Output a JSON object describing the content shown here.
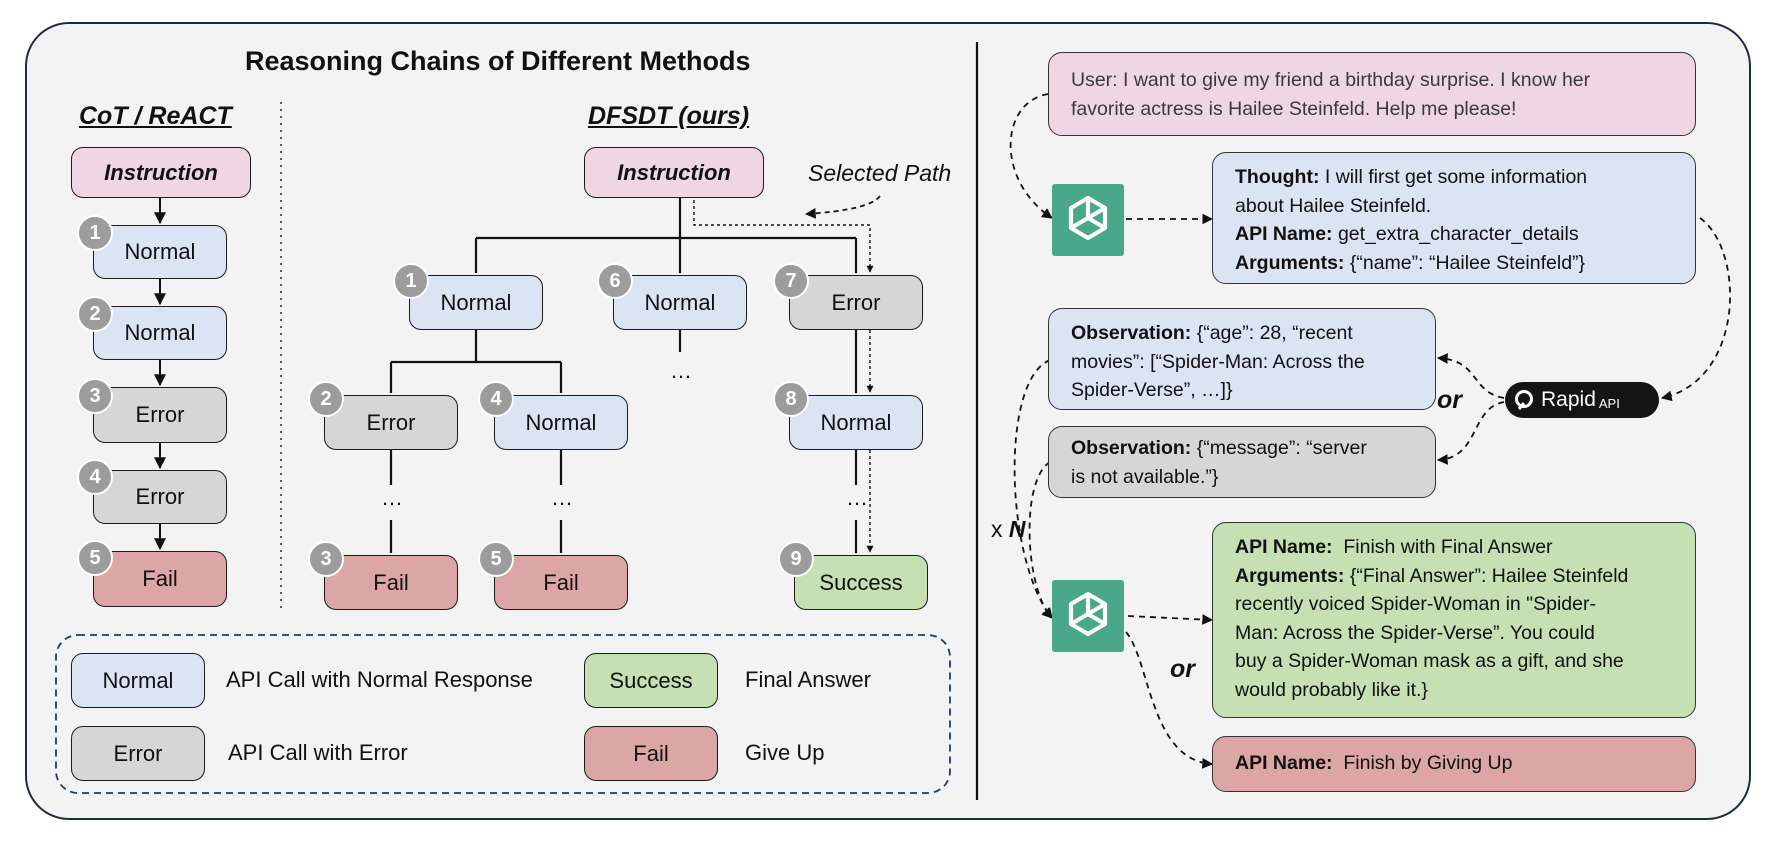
{
  "title": "Reasoning Chains of Different Methods",
  "cot": {
    "heading": "CoT / ReACT",
    "instruction": "Instruction",
    "steps": [
      {
        "num": "1",
        "label": "Normal"
      },
      {
        "num": "2",
        "label": "Normal"
      },
      {
        "num": "3",
        "label": "Error"
      },
      {
        "num": "4",
        "label": "Error"
      },
      {
        "num": "5",
        "label": "Fail"
      }
    ]
  },
  "dfsdt": {
    "heading": "DFSDT (ours)",
    "instruction": "Instruction",
    "selected_path": "Selected Path",
    "ellipsis": "…",
    "nodes": [
      {
        "num": "1",
        "label": "Normal"
      },
      {
        "num": "2",
        "label": "Error"
      },
      {
        "num": "3",
        "label": "Fail"
      },
      {
        "num": "4",
        "label": "Normal"
      },
      {
        "num": "5",
        "label": "Fail"
      },
      {
        "num": "6",
        "label": "Normal"
      },
      {
        "num": "7",
        "label": "Error"
      },
      {
        "num": "8",
        "label": "Normal"
      },
      {
        "num": "9",
        "label": "Success"
      }
    ]
  },
  "legend": [
    {
      "box": "Normal",
      "desc": "API Call with Normal Response"
    },
    {
      "box": "Error",
      "desc": "API Call with Error"
    },
    {
      "box": "Success",
      "desc": "Final Answer"
    },
    {
      "box": "Fail",
      "desc": "Give Up"
    }
  ],
  "example": {
    "user": [
      "User: I want to give my friend a birthday surprise. I know her",
      "favorite actress is Hailee Steinfeld. Help me please!"
    ],
    "thought": {
      "thought_label": "Thought:",
      "thought_line1": "I will first get some information",
      "thought_line2": "about Hailee Steinfeld.",
      "api_label": "API Name:",
      "api_value": "get_extra_character_details",
      "args_label": "Arguments:",
      "args_value": "{“name”: “Hailee Steinfeld”}"
    },
    "obs_normal": {
      "label": "Observation:",
      "line1": "{“age”: 28, “recent",
      "line2": "movies”: [“Spider-Man: Across the",
      "line3": "Spider-Verse”, …]}"
    },
    "obs_error": {
      "label": "Observation:",
      "line1": "{“message”: “server",
      "line2": "is not available.”}"
    },
    "final": {
      "api_label": "API Name:",
      "api_value": "Finish with Final Answer",
      "args_label": "Arguments:",
      "line1": "{“Final Answer”: Hailee Steinfeld",
      "line2": "recently voiced Spider-Woman in \"Spider-",
      "line3": "Man: Across the Spider-Verse”.  You could",
      "line4": "buy a Spider-Woman mask as a gift, and she",
      "line5": "would probably like it.}"
    },
    "give_up": {
      "api_label": "API Name:",
      "api_value": "Finish by Giving Up"
    },
    "or_label": "or",
    "repeat_x": "x",
    "repeat_n": "N",
    "rapid_name": "Rapid",
    "rapid_sub": "API"
  },
  "colors": {
    "normal": "#dbe4f2",
    "error": "#d6d6d6",
    "fail": "#dca6a6",
    "success": "#c6dfb3",
    "instruction": "#f0d5e3",
    "gpt": "#4aa88a",
    "frame_border": "#1f2a44"
  },
  "icons": [
    "openai-logo-icon",
    "rapidapi-logo-icon"
  ]
}
